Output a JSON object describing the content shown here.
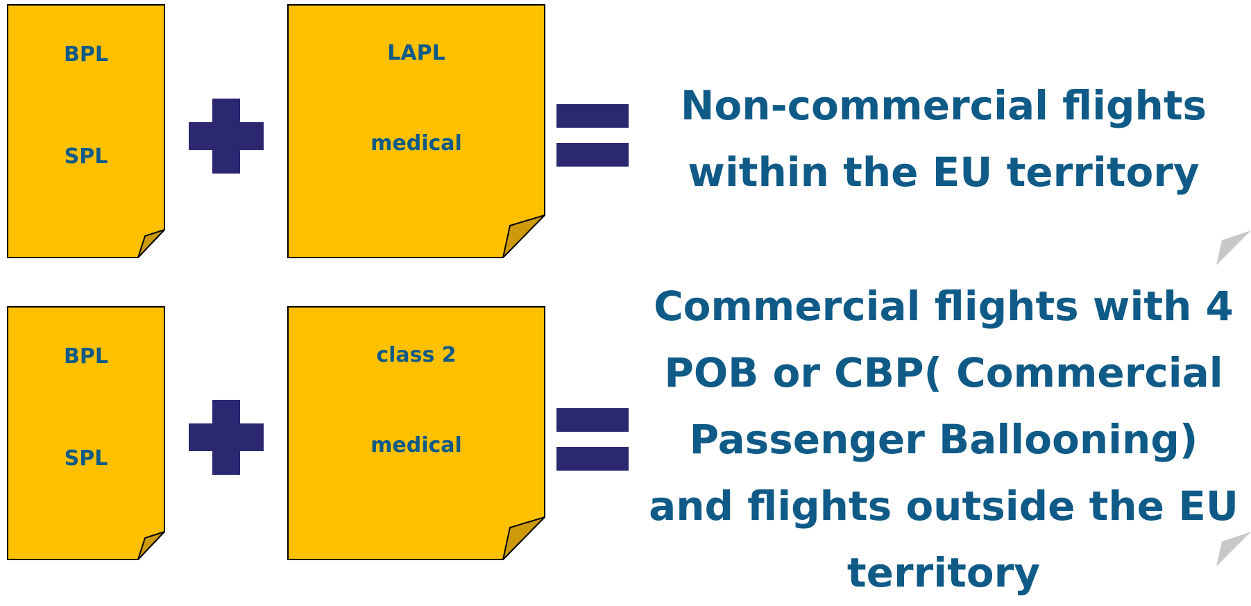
{
  "rows": [
    {
      "license": {
        "line1": "BPL",
        "line2": "SPL"
      },
      "medical": {
        "line1": "LAPL",
        "line2": "medical"
      },
      "result": [
        "Non-commercial flights",
        "within the EU territory"
      ]
    },
    {
      "license": {
        "line1": "BPL",
        "line2": "SPL"
      },
      "medical": {
        "line1": "class 2",
        "line2": "medical"
      },
      "result": [
        "Commercial flights with 4",
        "POB or CBP( Commercial",
        "Passenger Ballooning)",
        "and flights outside the EU",
        "territory"
      ]
    }
  ],
  "colors": {
    "card_fill": "#ffc000",
    "card_fold": "#cc9a0a",
    "text": "#0f5a87",
    "operator": "#2b2771"
  }
}
